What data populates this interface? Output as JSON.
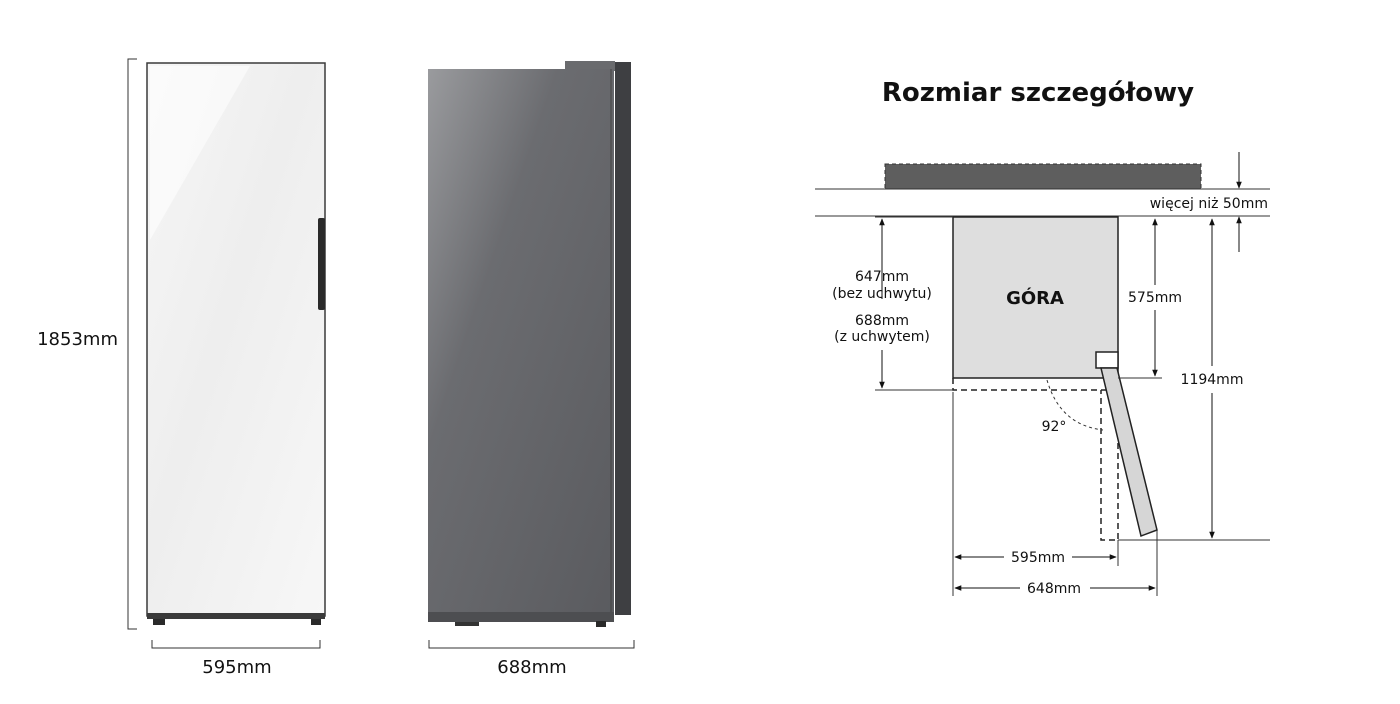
{
  "front_view": {
    "height_label": "1853mm",
    "width_label": "595mm"
  },
  "side_view": {
    "depth_label": "688mm"
  },
  "detail": {
    "title": "Rozmiar szczegółowy",
    "top_label": "GÓRA",
    "clearance_label": "więcej niż 50mm",
    "depth_no_handle": "647mm",
    "depth_no_handle_note": "(bez uchwytu)",
    "depth_with_handle": "688mm",
    "depth_with_handle_note": "(z uchwytem)",
    "body_depth": "575mm",
    "door_open_depth": "1194mm",
    "door_angle": "92°",
    "width_body": "595mm",
    "width_open": "648mm"
  },
  "colors": {
    "door_panel": "#f2f2f2",
    "side_panel": "#6a6b6e",
    "top_body": "#dedede",
    "shelf": "#5e5e5e"
  }
}
